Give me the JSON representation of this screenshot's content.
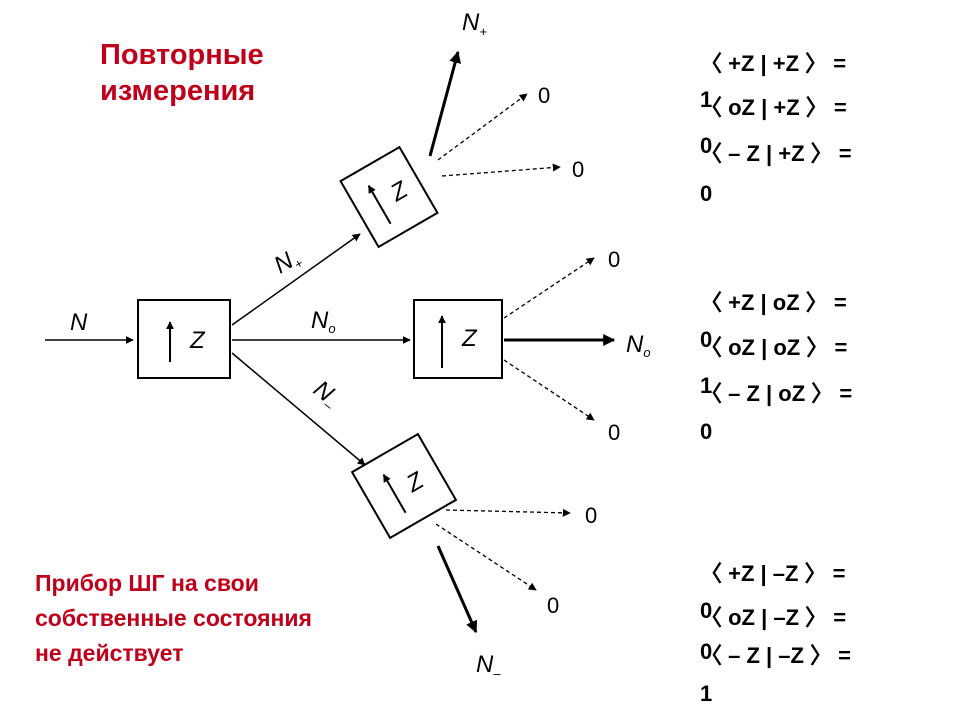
{
  "titles": {
    "top_line1": "Повторные",
    "top_line2": "измерения",
    "bottom_line1": "Прибор ШГ на свои",
    "bottom_line2": "собственные состояния",
    "bottom_line3": "не действует"
  },
  "labels": {
    "input_beam": "N",
    "plus_beam": "N",
    "plus_sub": "+",
    "zero_beam": "N",
    "zero_sub": "o",
    "minus_beam": "N",
    "minus_sub": "–",
    "box_z": "Z",
    "zero_value": "0"
  },
  "equations": {
    "group_plus": [
      {
        "lhs": "〈 +Z | +Z 〉 =",
        "rhs": "1"
      },
      {
        "lhs": "〈 oZ | +Z 〉 =",
        "rhs": "0"
      },
      {
        "lhs": "〈 – Z | +Z 〉 =",
        "rhs": "0"
      }
    ],
    "group_zero": [
      {
        "lhs": "〈 +Z | oZ 〉 =",
        "rhs": "0"
      },
      {
        "lhs": "〈 oZ | oZ 〉 =",
        "rhs": "1"
      },
      {
        "lhs": "〈 – Z | oZ 〉 =",
        "rhs": "0"
      }
    ],
    "group_minus": [
      {
        "lhs": "〈 +Z | –Z 〉 =",
        "rhs": "0"
      },
      {
        "lhs": "〈 oZ | –Z 〉 =",
        "rhs": "0"
      },
      {
        "lhs": "〈 – Z | –Z 〉 =",
        "rhs": "1"
      }
    ]
  },
  "colors": {
    "title_red": "#c0001a",
    "ink": "#000000"
  }
}
